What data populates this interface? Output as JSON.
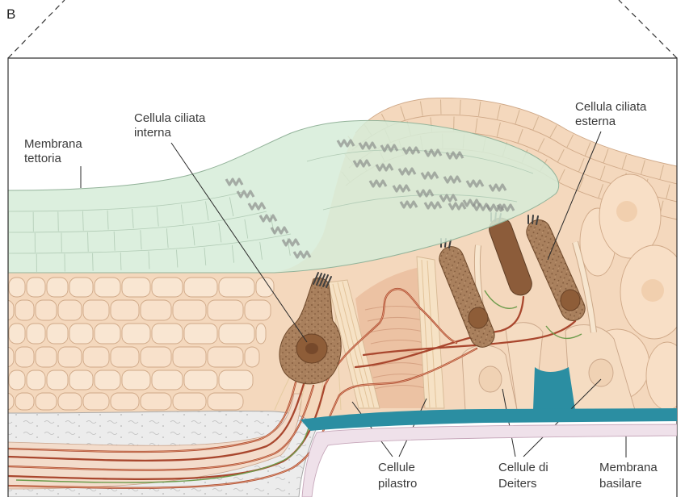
{
  "panel_label": "B",
  "labels": {
    "tectorial_membrane": {
      "line1": "Membrana",
      "line2": "tettoria"
    },
    "inner_hair_cell": {
      "line1": "Cellula ciliata",
      "line2": "interna"
    },
    "outer_hair_cell": {
      "line1": "Cellula ciliata",
      "line2": "esterna"
    },
    "pillar_cells": {
      "line1": "Cellule",
      "line2": "pilastro"
    },
    "deiters_cells": {
      "line1": "Cellule di",
      "line2": "Deiters"
    },
    "basilar_membrane": {
      "line1": "Membrana",
      "line2": "basilare"
    }
  },
  "colors": {
    "tectorial_membrane": "#d6ecd8",
    "tissue": "#f4d8bd",
    "basilar_membrane": "#2b8ea2",
    "nerve_fibers": "#a9472e",
    "label_text": "#3a3a3a"
  }
}
